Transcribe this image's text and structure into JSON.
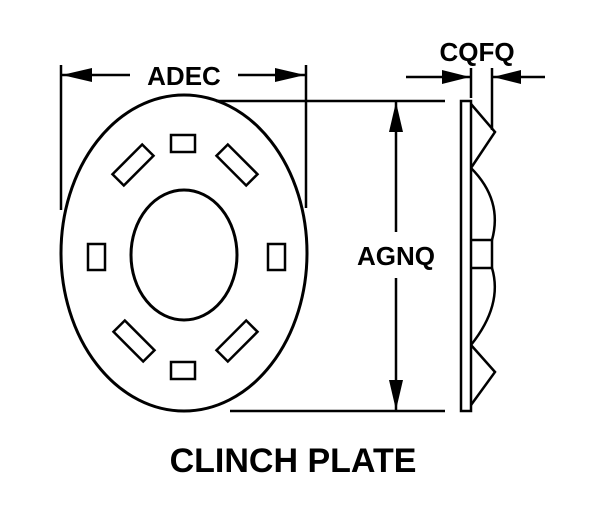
{
  "diagram": {
    "caption": "CLINCH PLATE",
    "dimensions": {
      "width_label": "ADEC",
      "height_label": "AGNQ",
      "thickness_label": "CQFQ"
    },
    "colors": {
      "line": "#000000",
      "background": "#ffffff"
    }
  }
}
